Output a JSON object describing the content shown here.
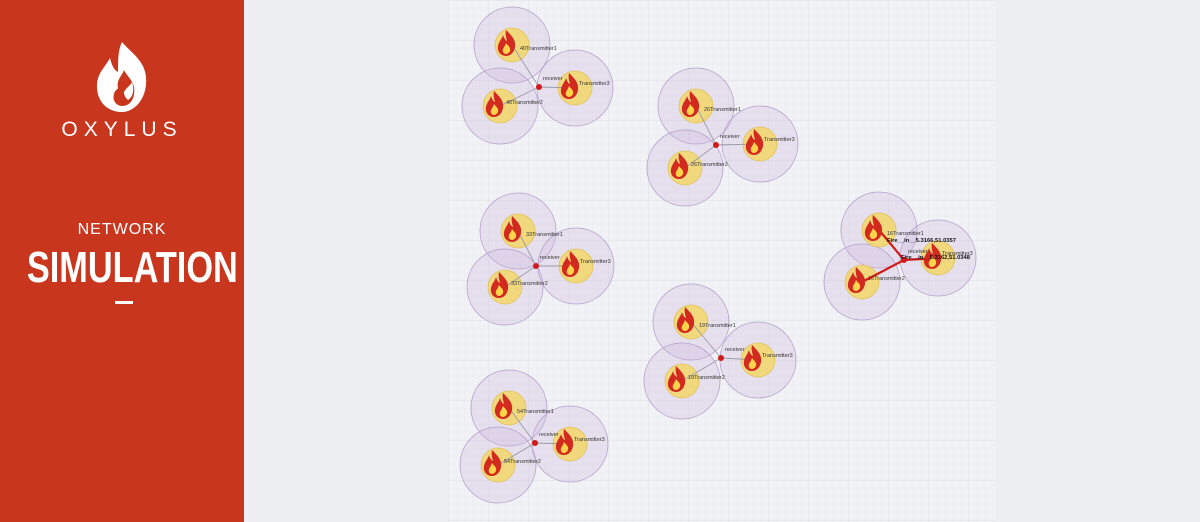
{
  "brand": {
    "name": "OXYLUS",
    "subtitle": "NETWORK",
    "title": "SIMULATION",
    "accent": "#c9361e"
  },
  "simulation": {
    "clusters": [
      {
        "id": "cluster-40",
        "t1": "40Transmitter1",
        "t2": "40Transmitter2",
        "t3": "Transmitter3",
        "receiver": "receiver"
      },
      {
        "id": "cluster-26",
        "t1": "26Transmitter1",
        "t2": "26Transmitter2",
        "t3": "Transmitter3",
        "receiver": "receiver"
      },
      {
        "id": "cluster-33",
        "t1": "33Transmitter1",
        "t2": "33Transmitter2",
        "t3": "Transmitter3",
        "receiver": "receiver"
      },
      {
        "id": "cluster-16",
        "t1": "16Transmitter1",
        "t2": "16Transmitter2",
        "t3": "Transmitter3",
        "receiver": "receiver",
        "alerts": [
          "Fire__in__5.3166,51.0357",
          "Fire__in__5.3162,51.0348"
        ]
      },
      {
        "id": "cluster-19",
        "t1": "19Transmitter1",
        "t2": "19Transmitter2",
        "t3": "Transmitter3",
        "receiver": "receiver"
      },
      {
        "id": "cluster-54",
        "t1": "54Transmitter1",
        "t2": "54Transmitter2",
        "t3": "Transmitter3",
        "receiver": "receiver"
      }
    ]
  }
}
